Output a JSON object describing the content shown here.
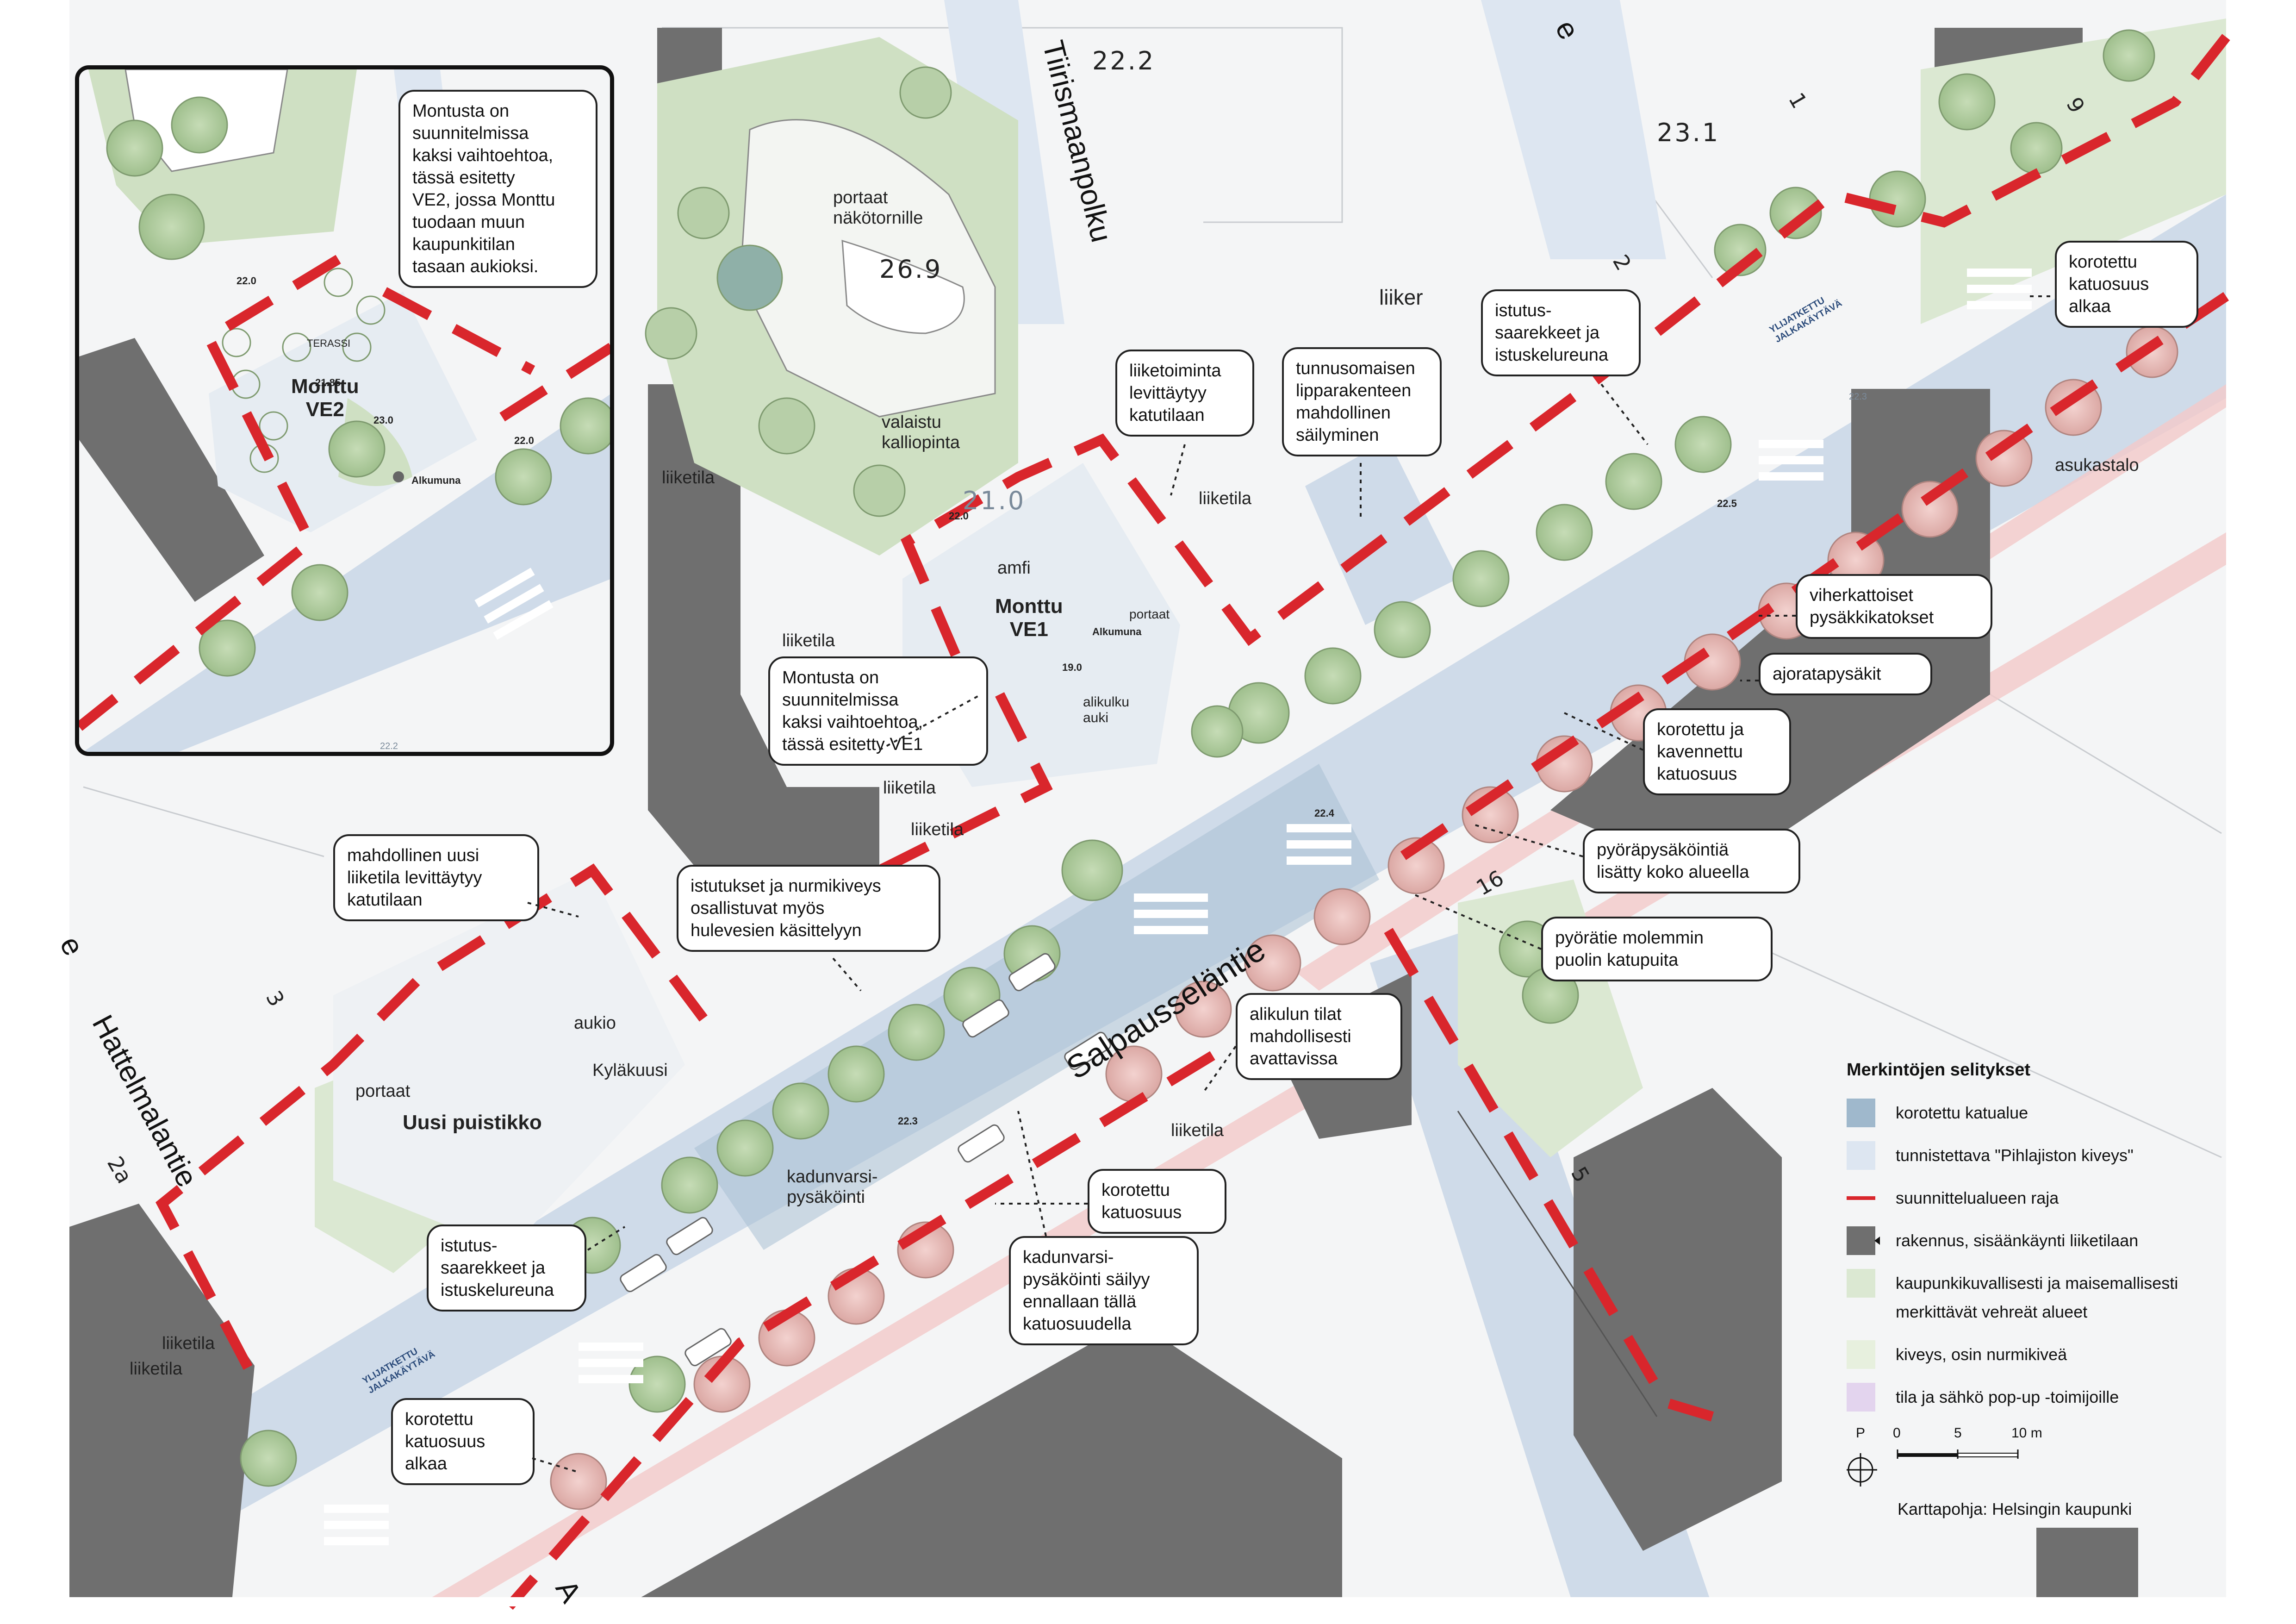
{
  "colors": {
    "raised_street": "#9fb8cc",
    "pihlajisto_paving": "#dde6f1",
    "plan_boundary": "#d9262c",
    "building": "#6f6f6f",
    "green_areas": "#dbe8d2",
    "paving_grass": "#e7f0de",
    "popup_space": "#e3d4ee",
    "road": "#cfdbe9",
    "bike_path": "#f2c9c9",
    "rock": "#cfe0c3"
  },
  "streets": {
    "salpausselantie": "Salpausseläntie",
    "tiirismaanpolku": "Tiirismaanpolku",
    "hattelmalantie": "Hattelmalantie",
    "top_right_partial": "e",
    "bottom_partial": "A",
    "left_partial": "e"
  },
  "plot_numbers": [
    "3",
    "2a",
    "1",
    "2",
    "16",
    "5",
    "9"
  ],
  "elevations": {
    "e222": "22.2",
    "e231": "23.1",
    "e269": "26.9",
    "e21": "21.0"
  },
  "map_labels": {
    "portaat_nakotornille": "portaat\nnäkötornille",
    "valaistu_kalliopinta": "valaistu\nkalliopinta",
    "liiketila_1": "liiketila",
    "liiketila_2": "liiketila",
    "liiketila_3": "liiketila",
    "liiketila_4": "liiketila",
    "liiketila_5": "liiketila",
    "liiketila_6": "liiketila",
    "liiketila_7": "liiketila",
    "liiketila_8": "liiketila",
    "liiker": "liiker",
    "asukastalo": "asukastalo",
    "amfi": "amfi",
    "monttu_ve1": "Monttu\nVE1",
    "alkumuna_1": "Alkumuna",
    "portaat_1": "portaat",
    "alikulku_auki": "alikulku\nauki",
    "aukio": "aukio",
    "kylakuusi": "Kyläkuusi",
    "portaat_2": "portaat",
    "uusi_puistikko": "Uusi puistikko",
    "kadunvarsipysakointi": "kadunvarsi-\npysäköinti",
    "ylijatkettu_1": "YLIJATKETTU\nJALKAKÄYTÄVÄ",
    "ylijatkettu_2": "YLIJATKETTU\nJALKAKÄYTÄVÄ",
    "h220": "22.0",
    "h190": "19.0",
    "h224": "22.4",
    "h225": "22.5",
    "h223": "22.3",
    "h223b": "22.3"
  },
  "inset": {
    "callout": "Montusta on\nsuunnitelmissa\nkaksi vaihtoehtoa,\ntässä esitetty\nVE2, jossa Monttu\ntuodaan muun\nkaupunkitilan\ntasaan aukioksi.",
    "monttu_ve2": "Monttu\nVE2",
    "terassi": "TERASSI",
    "alkumuna": "Alkumuna",
    "h220a": "22.0",
    "h2185": "21.85",
    "h230": "23.0",
    "h220b": "22.0",
    "h222": "22.2"
  },
  "callouts": {
    "liiketoiminta": "liiketoiminta\nlevittäytyy\nkatutilaan",
    "lipparakenne": "tunnusomaisen\nlipparakenteen\nmahdollinen\nsäilyminen",
    "istutussaarekkeet_top": "istutus-\nsaarekkeet ja\nistuskelureuna",
    "korotettu_top": "korotettu\nkatuosuus\nalkaa",
    "monttu_ve1": "Montusta on\nsuunnitelmissa\nkaksi vaihtoehtoa,\ntässä esitetty VE1",
    "viherkattoiset": "viherkattoiset\npysäkkikatokset",
    "ajoratapysakit": "ajoratapysäkit",
    "korotettu_kavennettu": "korotettu ja\nkavennettu\nkatuosuus",
    "pyorapysakointi": "pyöräpysäköintiä\nlisätty koko alueella",
    "pyoratie": "pyörätie molemmin\npuolin katupuita",
    "mahdollinen_uusi": "mahdollinen uusi\nliiketila levittäytyy\nkatutilaan",
    "istutukset_nurmikiveys": "istutukset ja nurmikiveys\nosallistuvat myös\nhulevesien käsittelyyn",
    "alikulun_tilat": "alikulun tilat\nmahdollisesti\navattavissa",
    "korotettu_katuosuus": "korotettu\nkatuosuus",
    "kadunvarsipysakointi": "kadunvarsi-\npysäköinti säilyy\nennallaan tällä\nkatuosuudella",
    "istutussaarekkeet_left": "istutus-\nsaarekkeet ja\nistuskelureuna",
    "korotettu_bottom": "korotettu\nkatuosuus\nalkaa"
  },
  "legend": {
    "title": "Merkintöjen selitykset",
    "items": [
      {
        "label": "korotettu katualue",
        "swatch": "raised_street"
      },
      {
        "label": "tunnistettava \"Pihlajiston kiveys\"",
        "swatch": "pihlajisto_paving"
      },
      {
        "label": "suunnittelualueen raja",
        "swatch": "plan_boundary"
      },
      {
        "label": "rakennus, sisäänkäynti liiketilaan",
        "swatch": "building"
      },
      {
        "label": "kaupunkikuvallisesti ja maisemallisesti\nmerkittävät vehreät alueet",
        "swatch": "green_areas"
      },
      {
        "label": "kiveys, osin nurmikiveä",
        "swatch": "paving_grass"
      },
      {
        "label": "tila ja sähkö pop-up -toimijoille",
        "swatch": "popup_space"
      }
    ],
    "scale": {
      "zero": "0",
      "five": "5",
      "ten": "10 m"
    },
    "north": "P",
    "base_map": "Karttapohja: Helsingin kaupunki"
  }
}
